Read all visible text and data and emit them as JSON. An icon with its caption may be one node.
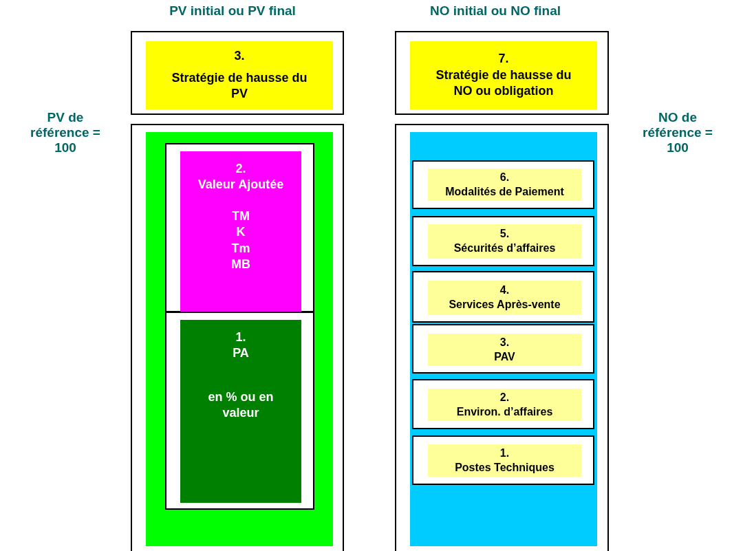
{
  "diagram": {
    "nodes": [
      {
        "text": [],
        "shape": "box"
      },
      {
        "text": [
          "3.",
          "Stratégie de hausse du PV"
        ],
        "in": 0
      },
      {
        "text": [],
        "shape": "box"
      },
      {
        "text": [],
        "shape": "box",
        "in": 2
      },
      {
        "text": [],
        "shape": "box",
        "in": 3
      },
      {
        "text": [
          "2.",
          "Valeur Ajoutée",
          "TM K Tm MB"
        ],
        "in": 4
      },
      {
        "text": [],
        "shape": "box",
        "in": 3
      },
      {
        "text": [
          "1.",
          "PA",
          "en % ou en valeur"
        ],
        "in": 6
      },
      {
        "text": [],
        "shape": "box"
      },
      {
        "text": [
          "7.",
          "Stratégie de hausse du NO ou obligation"
        ],
        "in": 8
      },
      {
        "text": [],
        "shape": "box"
      },
      {
        "text": [],
        "shape": "box",
        "in": 10
      },
      {
        "text": [],
        "shape": "box",
        "in": 11
      },
      {
        "text": [
          "6.",
          "Modalités de Paiement"
        ],
        "in": 12
      },
      {
        "text": [],
        "shape": "box",
        "in": 11
      },
      {
        "text": [
          "5.",
          "Sécurités d’affaires"
        ],
        "in": 14
      },
      {
        "text": [],
        "shape": "box",
        "in": 11
      },
      {
        "text": [
          "4.",
          "Services Après-vente"
        ],
        "in": 16
      },
      {
        "text": [],
        "shape": "box",
        "in": 11
      },
      {
        "text": [
          "3.",
          "PAV"
        ],
        "in": 18
      },
      {
        "text": [],
        "shape": "box",
        "in": 11
      },
      {
        "text": [
          "2.",
          "Environ. d’affaires"
        ],
        "in": 20
      },
      {
        "text": [],
        "shape": "box",
        "in": 11
      },
      {
        "text": [
          "1.",
          "Postes Techniques"
        ],
        "in": 22
      }
    ],
    "labels": [
      "PV initial ou PV final",
      "NO initial ou NO final",
      "PV de référence = 100",
      "NO de référence = 100"
    ]
  }
}
